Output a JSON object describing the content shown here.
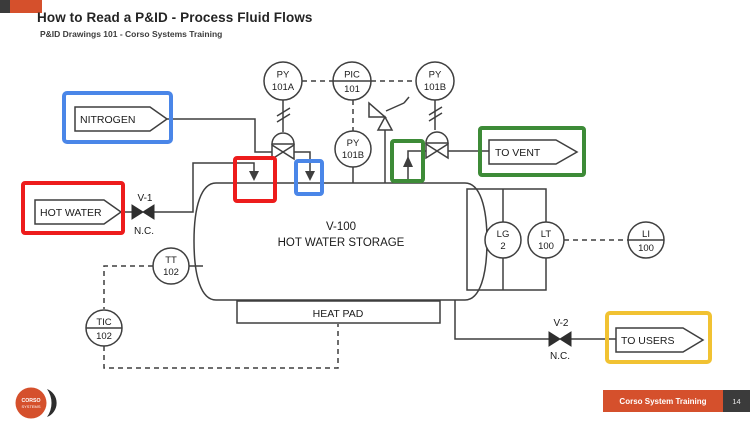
{
  "header": {
    "title": "How to Read a P&ID - Process Fluid Flows",
    "subtitle": "P&ID Drawings 101 - Corso Systems Training"
  },
  "footer": {
    "training_label": "Corso System Training",
    "page_number": "14",
    "logo_line1": "CORSO",
    "logo_line2": "SYSTEMS"
  },
  "colors": {
    "brand_orange": "#D5502C",
    "footer_dark": "#3B3B3B",
    "highlight_red": "#ED1C1C",
    "highlight_blue": "#4A86E8",
    "highlight_green": "#3D8B37",
    "highlight_yellow": "#F1C232",
    "line_color": "#3F3F3F"
  },
  "diagram": {
    "flags": {
      "nitrogen": "NITROGEN",
      "hot_water": "HOT WATER",
      "to_vent": "TO VENT",
      "to_users": "TO USERS"
    },
    "vessel": {
      "tag": "V-100",
      "name": "HOT WATER STORAGE",
      "heat_pad_label": "HEAT PAD"
    },
    "valves": {
      "v1_tag": "V-1",
      "v1_state": "N.C.",
      "v2_tag": "V-2",
      "v2_state": "N.C."
    },
    "instruments": {
      "py101a": {
        "line1": "PY",
        "line2": "101A"
      },
      "pic101": {
        "line1": "PIC",
        "line2": "101"
      },
      "py101b_top": {
        "line1": "PY",
        "line2": "101B"
      },
      "py101b_mid": {
        "line1": "PY",
        "line2": "101B"
      },
      "tt102": {
        "line1": "TT",
        "line2": "102"
      },
      "tic102": {
        "line1": "TIC",
        "line2": "102"
      },
      "lg2": {
        "line1": "LG",
        "line2": "2"
      },
      "lt100": {
        "line1": "LT",
        "line2": "100"
      },
      "li100": {
        "line1": "LI",
        "line2": "100"
      }
    }
  }
}
